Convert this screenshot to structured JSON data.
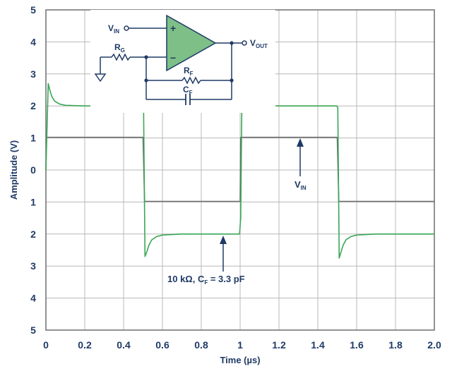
{
  "chart_data": {
    "type": "line",
    "xlabel": "Time (µs)",
    "ylabel": "Amplitude (V)",
    "xlim": [
      0,
      2.0
    ],
    "ylim": [
      -5,
      5
    ],
    "x_ticks": [
      "0",
      "0.2",
      "0.4",
      "0.6",
      "0.8",
      "1",
      "1.2",
      "1.4",
      "1.6",
      "1.8",
      "2.0"
    ],
    "y_ticks": [
      "5",
      "4",
      "3",
      "2",
      "1",
      "0",
      "1",
      "2",
      "3",
      "4",
      "5"
    ],
    "grid": true,
    "series": [
      {
        "name": "VIN",
        "color": "#6d6e71",
        "x": [
          0,
          0.003,
          0.5,
          0.508,
          1.0,
          1.003,
          1.5,
          1.508,
          2.0
        ],
        "y": [
          0,
          1.02,
          1.02,
          -0.98,
          -0.98,
          1.02,
          1.02,
          -0.98,
          -0.98
        ]
      },
      {
        "name": "VOUT",
        "color": "#3aa655",
        "x": [
          0,
          0.012,
          0.02,
          0.03,
          0.045,
          0.07,
          0.1,
          0.2,
          0.497,
          0.503,
          0.51,
          0.52,
          0.53,
          0.545,
          0.57,
          0.6,
          0.7,
          0.997,
          1.003,
          1.01,
          1.02,
          1.03,
          1.045,
          1.07,
          1.1,
          1.2,
          1.497,
          1.503,
          1.51,
          1.52,
          1.53,
          1.545,
          1.57,
          1.6,
          1.7,
          2.0
        ],
        "y": [
          0,
          2.7,
          2.5,
          2.3,
          2.15,
          2.06,
          2.02,
          2.0,
          2.0,
          1.95,
          -2.7,
          -2.55,
          -2.35,
          -2.18,
          -2.08,
          -2.03,
          -2.0,
          -2.0,
          -1.5,
          2.75,
          2.55,
          2.35,
          2.18,
          2.08,
          2.03,
          2.0,
          2.0,
          1.95,
          -2.75,
          -2.55,
          -2.35,
          -2.18,
          -2.08,
          -2.03,
          -2.0,
          -2.0
        ]
      }
    ],
    "annotations": [
      {
        "text": "V",
        "subscript": "IN",
        "x": 1.3,
        "y": 0.95
      },
      {
        "text": "10 kΩ, C",
        "subscript": "F",
        "suffix": " = 3.3 pF",
        "x": 0.91,
        "y": -2.1
      }
    ]
  },
  "circuit": {
    "vin_label": "V",
    "vin_sub": "IN",
    "vout_label": "V",
    "vout_sub": "OUT",
    "rg_label": "R",
    "rg_sub": "G",
    "rf_label": "R",
    "rf_sub": "F",
    "cf_label": "C",
    "cf_sub": "F",
    "plus": "+",
    "minus": "−",
    "opamp_color": "#7dbf86"
  }
}
